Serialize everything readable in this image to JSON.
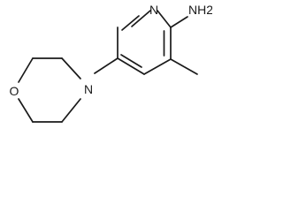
{
  "molecule": {
    "atoms": {
      "ring_n": "N",
      "amine": "NH2",
      "morpholine_n": "N",
      "morpholine_o": "O"
    }
  },
  "colors": {
    "ink": "#1a1a1a",
    "background": "#ffffff"
  }
}
